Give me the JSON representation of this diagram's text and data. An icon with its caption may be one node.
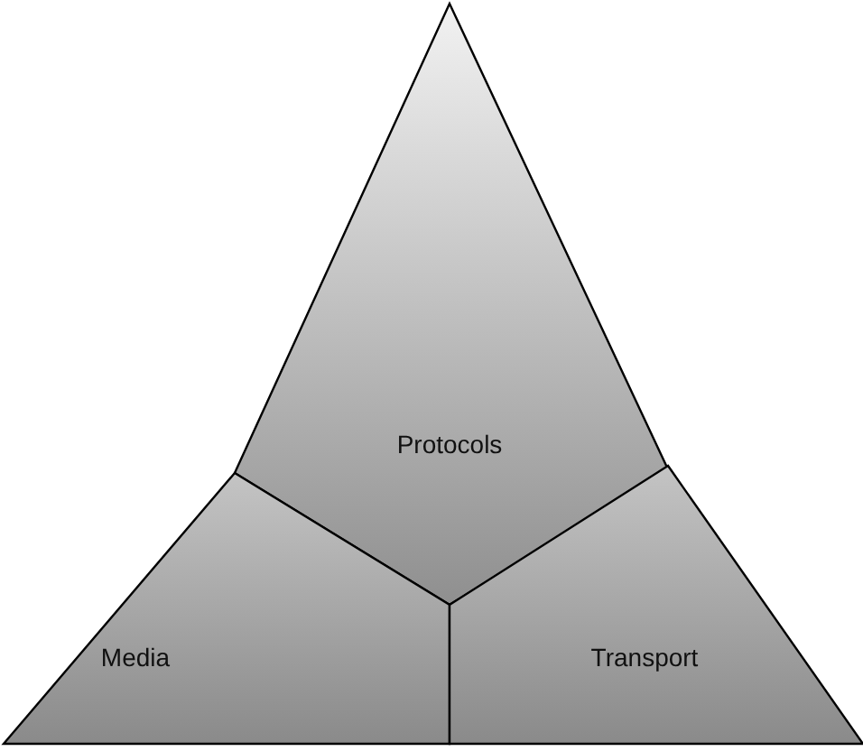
{
  "diagram": {
    "nodes": [
      {
        "text": [
          "Protocols"
        ]
      },
      {
        "text": [
          "Media"
        ]
      },
      {
        "text": [
          "Transport"
        ]
      }
    ]
  }
}
